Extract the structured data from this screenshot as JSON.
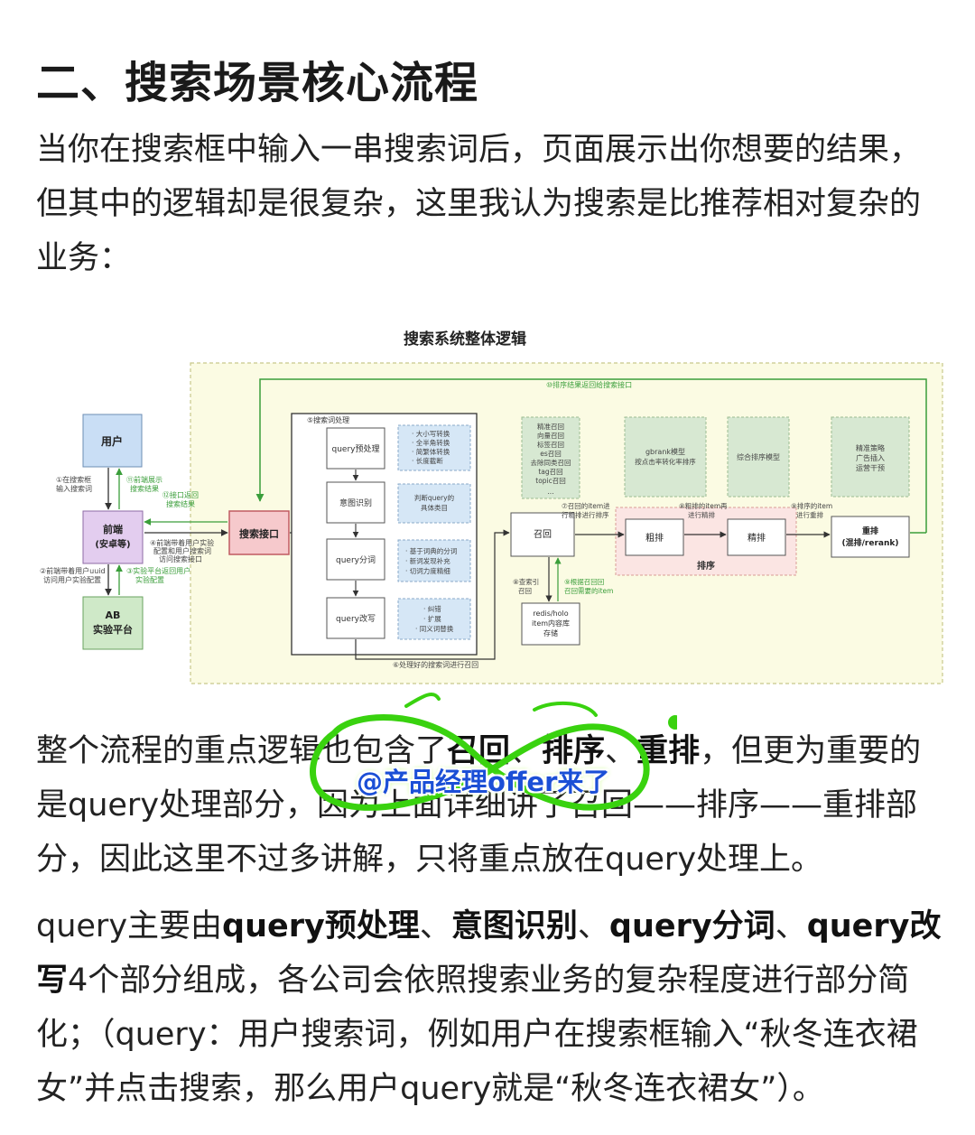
{
  "heading": "二、搜索场景核心流程",
  "intro": {
    "text": "当你在搜索框中输入一串搜索词后，页面展示出你想要的结果，但其中的逻辑却是很复杂，这里我认为搜索是比推荐相对复杂的业务："
  },
  "diagram": {
    "title": "搜索系统整体逻辑",
    "top_feedback": "⑩排序结果返回给搜索接口",
    "user": "用户",
    "frontend": [
      "前端",
      "(安卓等)"
    ],
    "ab_platform": [
      "AB",
      "实验平台"
    ],
    "search_api": "搜索接口",
    "arrow_user_frontend": [
      "①在搜索框",
      "输入搜索词"
    ],
    "arrow_frontend_user": [
      "⑪前端展示",
      "搜索结果"
    ],
    "arrow_api_frontend": [
      "⑫接口返回",
      "搜索结果"
    ],
    "arrow_frontend_api": [
      "④前端带着用户实验",
      "配置和用户搜索词",
      "访问搜索接口"
    ],
    "arrow_frontend_ab": [
      "②前端带着用户uuid",
      "访问用户实验配置"
    ],
    "arrow_ab_frontend": [
      "③实验平台返回用户",
      "实验配置"
    ],
    "query_group_label": "⑤搜索词处理",
    "steps": [
      "query预处理",
      "意图识别",
      "query分词",
      "query改写"
    ],
    "step_notes": [
      [
        "· 大小写转换",
        "· 全半角转换",
        "· 简繁体转换",
        "· 长度截断"
      ],
      [
        "判断query的",
        "具体类目"
      ],
      [
        "· 基于词典的分词",
        "· 新词发现补充",
        "· 切词力度精细"
      ],
      [
        "· 纠错",
        "· 扩展",
        "· 同义词替换"
      ]
    ],
    "to_recall_label": "⑥处理好的搜索词进行召回",
    "recall_sources": [
      "精准召回",
      "向量召回",
      "标签召回",
      "es召回",
      "去除同类召回",
      "tag召回",
      "topic召回",
      "..."
    ],
    "recall": "召回",
    "recall_to_rank_label": [
      "⑦召回的item进",
      "行粗排进行排序"
    ],
    "recall_index_label": [
      "⑧查索引",
      "召回"
    ],
    "recall_detail_label": [
      "⑨根据召回回",
      "召回需要的item"
    ],
    "storage": [
      "redis/holo",
      "item内容库",
      "存储"
    ],
    "coarse_rank": "粗排",
    "fine_rank": "精排",
    "rank_group": "排序",
    "coarse_to_fine_label": [
      "⑧粗排的item再",
      "进行精排"
    ],
    "fine_to_rerank_label": [
      "⑨排序的item",
      "进行重排"
    ],
    "rerank": [
      "重排",
      "(混排/rerank)"
    ],
    "coarse_model": [
      "gbrank模型",
      "按点击率转化率排序"
    ],
    "fine_model": "综合排序模型",
    "rerank_rules": [
      "精准策略",
      "广告插入",
      "运营干预"
    ]
  },
  "para2": {
    "prefix": "整个流程的重点逻辑也包含了",
    "bold1": "召回",
    "sep1": "、",
    "bold2": "排序",
    "sep2": "、",
    "bold3": "重排",
    "suffix": "，但更为重要的是query处理部分，因为上面详细讲了召回——排序——重排部分，因此这里不过多讲解，只将重点放在query处理上。"
  },
  "para3": {
    "t1": "query主要由",
    "b1": "query预处理",
    "t2": "、",
    "b2": "意图识别",
    "t3": "、",
    "b3": "query分词",
    "t4": "、",
    "b4": "query改写",
    "t5": "4个部分组成，各公司会依照搜索业务的复杂程度进行部分简化；（query：用户搜索词，例如用户在搜索框输入“秋冬连衣裙女”并点击搜索，那么用户query就是“秋冬连衣裙女”）。"
  },
  "watermark": "@产品经理offer来了",
  "colors": {
    "panel_bg": "#fbfbe3",
    "panel_border": "#c8c88a",
    "arrow_green": "#3a9e3a",
    "user_blue": "#c9def5",
    "frontend_purple": "#e3cdef",
    "ab_green": "#cfe9c8",
    "api_pink": "#f6c9cc",
    "note_blue": "#d6e7f6",
    "rank_pink": "#fbe5e3",
    "model_green": "#d7e8d2",
    "watermark_blue": "#1b4fd6",
    "watermark_green": "#39d20f"
  }
}
